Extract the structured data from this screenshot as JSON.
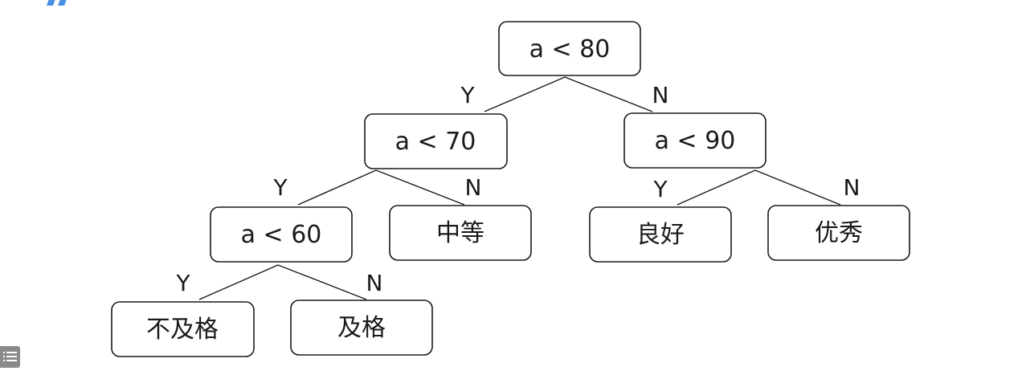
{
  "diagram": {
    "nodes": {
      "root": "a < 80",
      "left": "a < 70",
      "right": "a < 90",
      "left_left": "a < 60",
      "left_right": "中等",
      "right_left": "良好",
      "right_right": "优秀",
      "left_left_left": "不及格",
      "left_left_right": "及格"
    },
    "edges": {
      "root_yes": "Y",
      "root_no": "N",
      "left_yes": "Y",
      "left_no": "N",
      "right_yes": "Y",
      "right_no": "N",
      "left_left_yes": "Y",
      "left_left_no": "N"
    }
  },
  "colors": {
    "accent": "#4a90e2",
    "line": "#1a1a1a",
    "side_button": "#8a8a8a"
  },
  "icons": {
    "corner": "quote-mark-icon",
    "side": "list-icon"
  }
}
